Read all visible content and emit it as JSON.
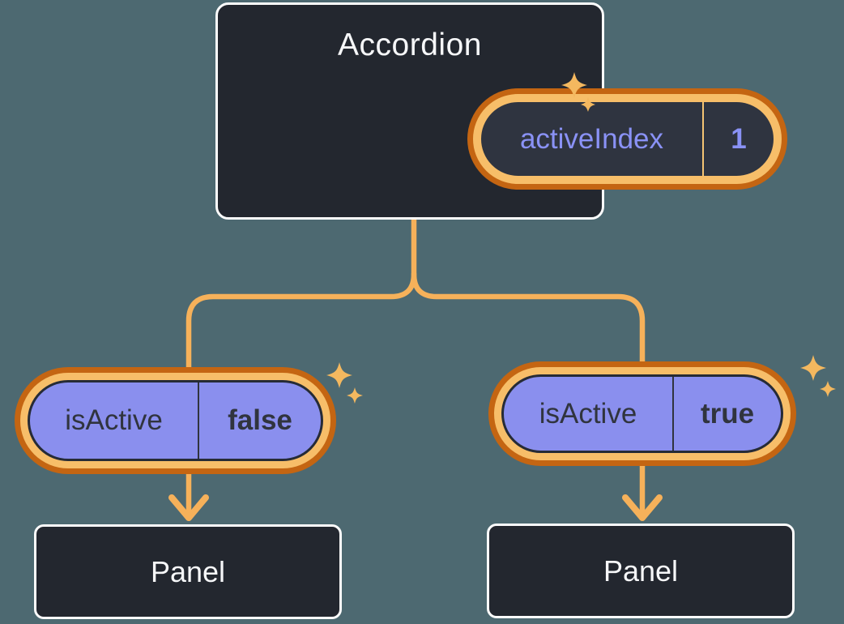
{
  "diagram": {
    "type": "component-tree",
    "background_color": "#4D6971",
    "colors": {
      "card_background": "#23272F",
      "card_border": "#FCFCFC",
      "connector_line": "#F6B15A",
      "ring_outer_orange": "#C46512",
      "ring_inner_amber": "#F7BE69",
      "prop_pill_fill": "#8A8FEE",
      "state_pill_interior": "#2F3440",
      "state_text_purple": "#8A92F6",
      "dark_text": "#30343E",
      "light_text": "#F6F7F9",
      "sparkle": "#F4B85F"
    }
  },
  "accordion": {
    "title": "Accordion",
    "state_pill": {
      "label": "activeIndex",
      "value": "1"
    }
  },
  "prop_pills": [
    {
      "label": "isActive",
      "value": "false"
    },
    {
      "label": "isActive",
      "value": "true"
    }
  ],
  "panels": [
    {
      "label": "Panel"
    },
    {
      "label": "Panel"
    }
  ],
  "decorations": {
    "sparkle_icon": "four-point-star",
    "sparkle_groups": 3,
    "arrow_icon": "chevron-down-arrow"
  }
}
